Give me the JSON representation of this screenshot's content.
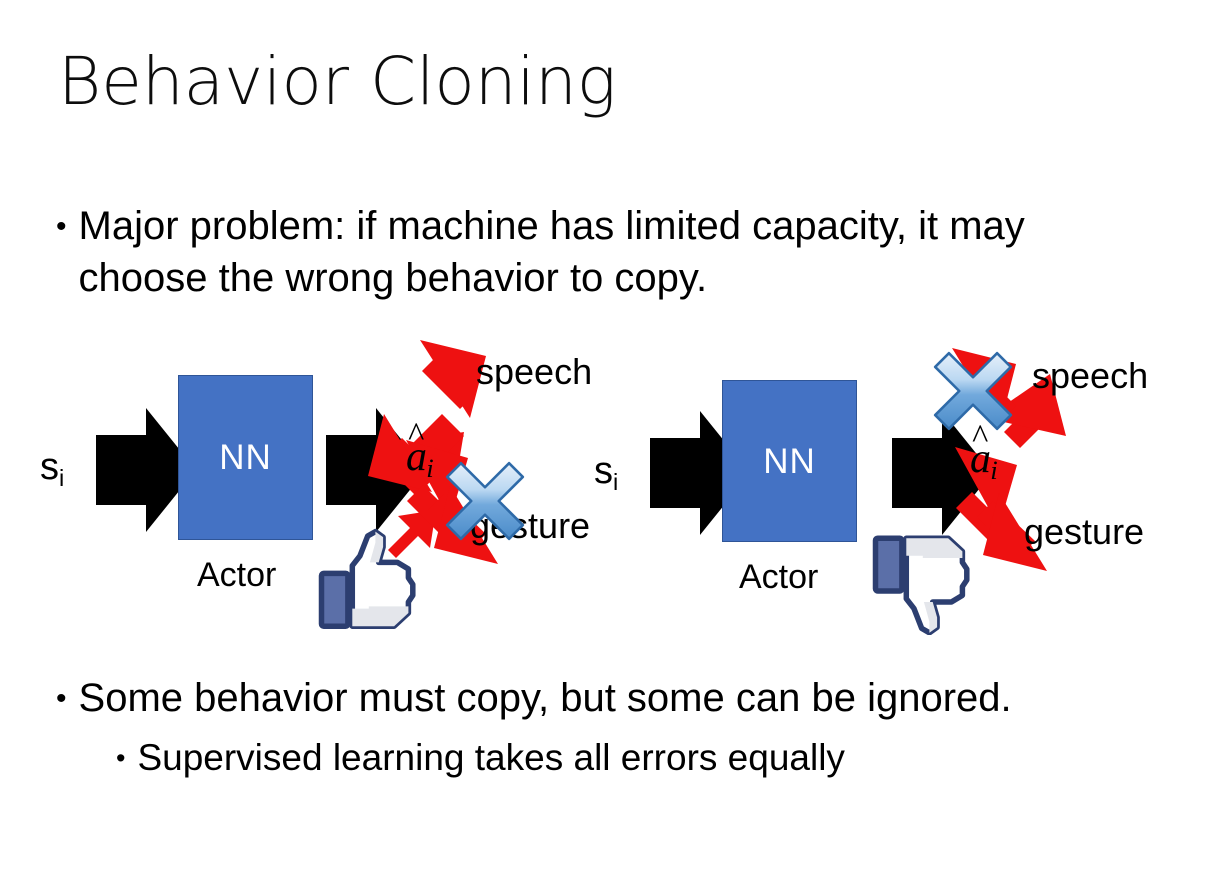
{
  "slide": {
    "title": "Behavior Cloning",
    "background_color": "#FFFFFF"
  },
  "bullets": {
    "top": {
      "marker": "•",
      "text": "Major problem: if machine has limited capacity, it may choose the wrong behavior to copy."
    },
    "bottom": [
      {
        "marker": "•",
        "text": "Some behavior must copy, but some can be ignored.",
        "level": 1
      },
      {
        "marker": "•",
        "text": "Supervised learning takes all errors equally",
        "level": 2
      }
    ]
  },
  "colors": {
    "nn_fill": "#4472C4",
    "nn_border": "#2F5597",
    "nn_text": "#FFFFFF",
    "arrow_black": "#000000",
    "arrow_red": "#EE1111",
    "x_blue_light": "#CFE2F6",
    "x_blue_mid": "#6FA8DC",
    "x_blue_dark": "#2E5F9E",
    "thumb_outline": "#3B5998",
    "thumb_fill": "#FFFFFF",
    "thumb_shade": "#E4E6EB",
    "thumb_cuff": "#5B6FA8",
    "text_black": "#000000"
  },
  "diagrams": [
    {
      "id": "left",
      "input_label": "s",
      "input_subscript": "i",
      "nn_label": "NN",
      "actor_label": "Actor",
      "action_label": "a",
      "action_subscript": "i",
      "action_accent": "hat",
      "branches": [
        {
          "name": "speech",
          "label": "speech",
          "direction": "up-right",
          "crossed_out": false
        },
        {
          "name": "gesture",
          "label": "gesture",
          "direction": "down-right",
          "crossed_out": true
        }
      ],
      "feedback_icon": "thumbs-up"
    },
    {
      "id": "right",
      "input_label": "s",
      "input_subscript": "i",
      "nn_label": "NN",
      "actor_label": "Actor",
      "action_label": "a",
      "action_subscript": "i",
      "action_accent": "hat",
      "branches": [
        {
          "name": "speech",
          "label": "speech",
          "direction": "up-right",
          "crossed_out": true
        },
        {
          "name": "gesture",
          "label": "gesture",
          "direction": "down-right",
          "crossed_out": false
        }
      ],
      "feedback_icon": "thumbs-down"
    }
  ]
}
